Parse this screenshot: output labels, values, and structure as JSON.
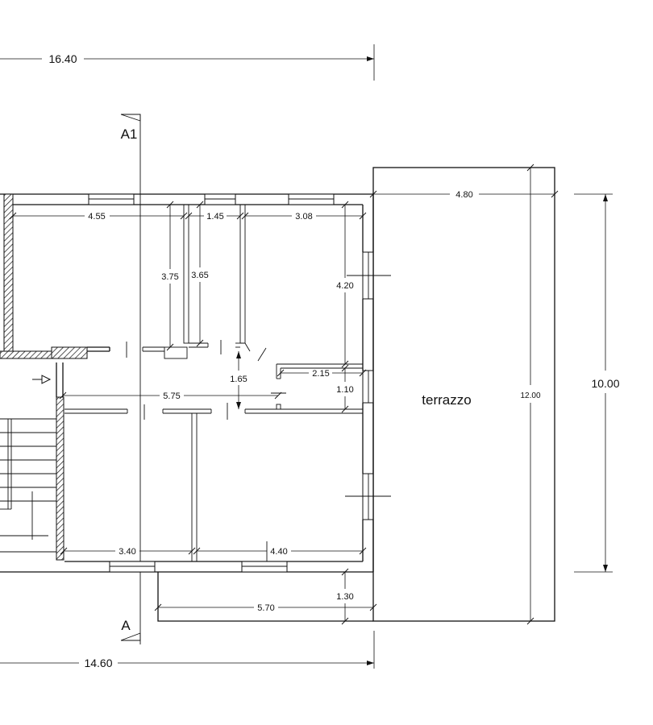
{
  "dimensions": {
    "overall_top": "16.40",
    "overall_bottom": "14.60",
    "terrace_width": "4.80",
    "terrace_depth": "12.00",
    "side_height": "10.00",
    "room_a_width": "4.55",
    "hall_width": "1.45",
    "room_b_width": "3.08",
    "closet_a_depth": "3.75",
    "closet_b_depth": "3.65",
    "room_b_depth": "4.20",
    "corridor_gap": "1.65",
    "corridor_length": "5.75",
    "bath_width": "2.15",
    "bath_depth": "1.10",
    "room_c_width": "3.40",
    "room_d_width": "4.40",
    "balcony_depth": "1.30",
    "balcony_width": "5.70"
  },
  "labels": {
    "terrace": "terrazzo",
    "section_top": "A1",
    "section_bottom": "A"
  }
}
